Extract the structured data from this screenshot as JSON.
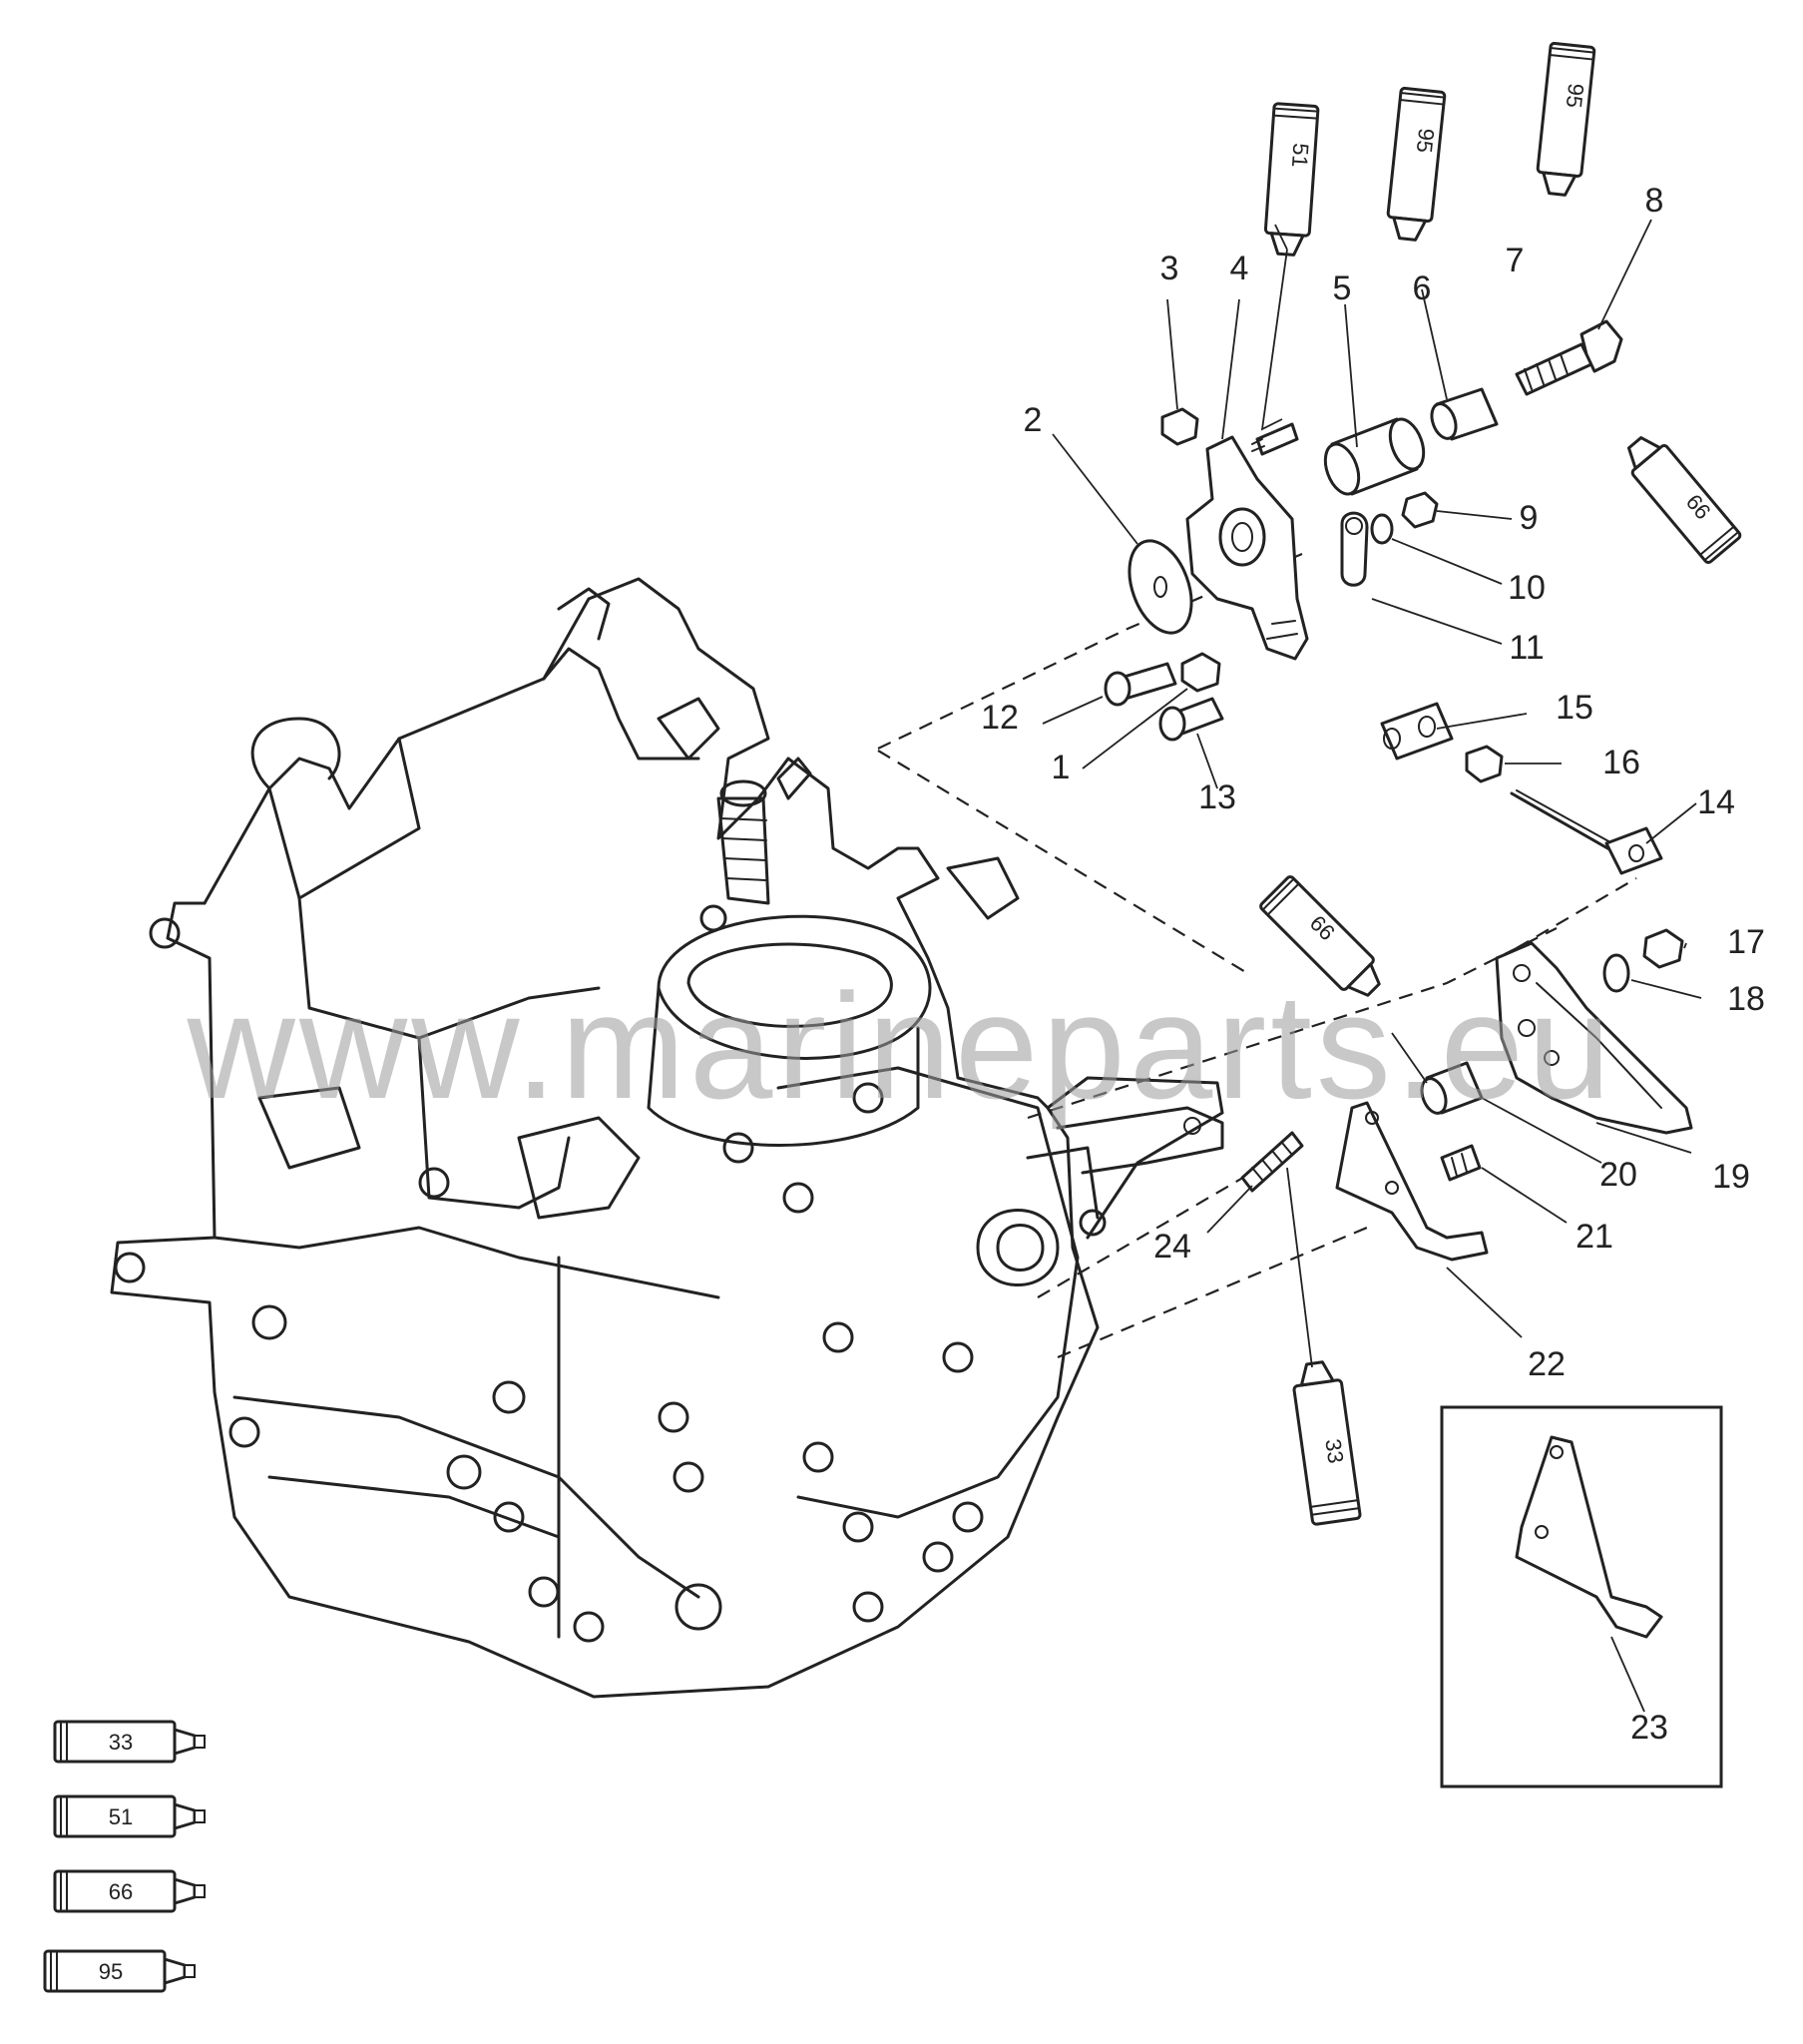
{
  "watermark": "www.marineparts.eu",
  "callouts": [
    "1",
    "2",
    "3",
    "4",
    "5",
    "6",
    "7",
    "8",
    "9",
    "10",
    "11",
    "12",
    "13",
    "14",
    "15",
    "16",
    "17",
    "18",
    "19",
    "20",
    "21",
    "22",
    "23",
    "24"
  ],
  "tubes": {
    "t51": "51",
    "t95a": "95",
    "t95b": "95",
    "t66a": "66",
    "t66b": "66",
    "t33": "33"
  },
  "legend": [
    "33",
    "51",
    "66",
    "95"
  ]
}
